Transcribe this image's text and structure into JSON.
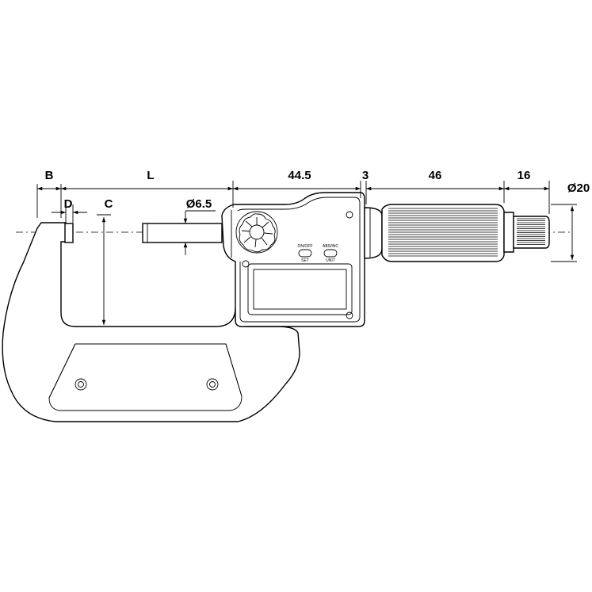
{
  "dimensions": {
    "b": "B",
    "l": "L",
    "c": "C",
    "d": "D",
    "spindle_diameter": "Ø6.5",
    "frame_length": "44.5",
    "gap": "3",
    "thimble_length": "46",
    "ratchet_length": "16",
    "thimble_diameter": "Ø20"
  },
  "buttons": {
    "on_off_top": "ON/OFF",
    "on_off_bottom": "SET",
    "abs_inc_top": "ABS/INC",
    "abs_inc_bottom": "UNIT"
  },
  "colors": {
    "line": "#000000",
    "background": "#ffffff"
  }
}
